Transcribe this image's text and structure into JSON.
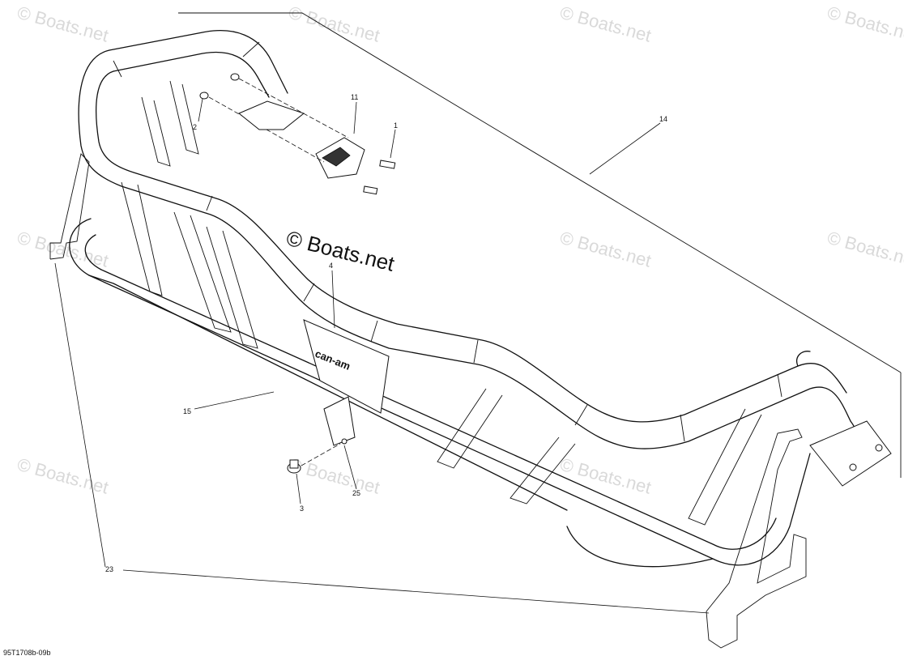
{
  "figure": {
    "reference_code": "95T1708b-09b",
    "main_watermark": "© Boats.net",
    "faint_watermark": "© Boats.net",
    "brand_lettering": "can-am"
  },
  "callouts": [
    {
      "id": "c1",
      "label": "1"
    },
    {
      "id": "c2",
      "label": "2"
    },
    {
      "id": "c3",
      "label": "3"
    },
    {
      "id": "c4",
      "label": "4"
    },
    {
      "id": "c11",
      "label": "11"
    },
    {
      "id": "c14",
      "label": "14"
    },
    {
      "id": "c15",
      "label": "15"
    },
    {
      "id": "c23",
      "label": "23"
    },
    {
      "id": "c25",
      "label": "25"
    }
  ]
}
